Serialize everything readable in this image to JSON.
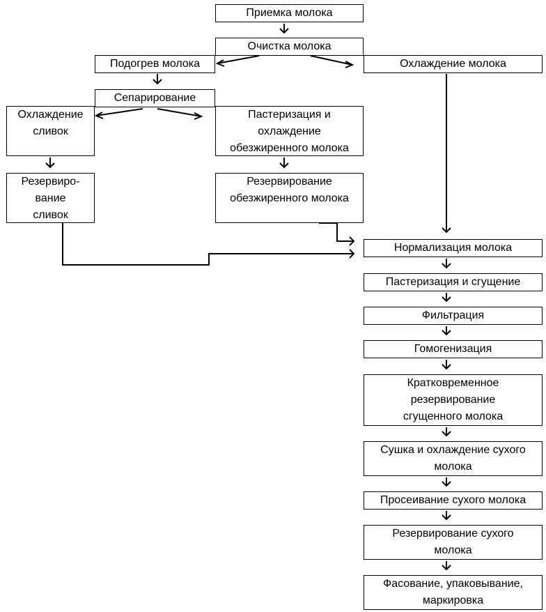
{
  "steps": {
    "reception": [
      "Приемка молока"
    ],
    "cleaning": [
      "Очистка молока"
    ],
    "heating": [
      "Подогрев молока"
    ],
    "cooling_milk": [
      "Охлаждение молока"
    ],
    "separation": [
      "Сепарирование"
    ],
    "cream_cooling": [
      "Охлаждение",
      "сливок"
    ],
    "past_skim": [
      "Пастеризация и",
      "охлаждение",
      "обезжиренного молока"
    ],
    "cream_reserve": [
      "Резервиро-",
      "вание",
      "сливок"
    ],
    "skim_reserve": [
      "Резервирование",
      "обезжиренного молока"
    ],
    "normalization": [
      "Нормализация молока"
    ],
    "past_condense": [
      "Пастеризация и сгущение"
    ],
    "filtration": [
      "Фильтрация"
    ],
    "homogenization": [
      "Гомогенизация"
    ],
    "short_reserve": [
      "Кратковременное",
      "резервирование",
      "сгущенного молока"
    ],
    "drying": [
      "Сушка и охлаждение сухого",
      "молока"
    ],
    "sifting": [
      "Просеивание сухого молока"
    ],
    "powder_reserve": [
      "Резервирование сухого",
      "молока"
    ],
    "packing": [
      "Фасование, упаковывание,",
      "маркировка"
    ]
  }
}
